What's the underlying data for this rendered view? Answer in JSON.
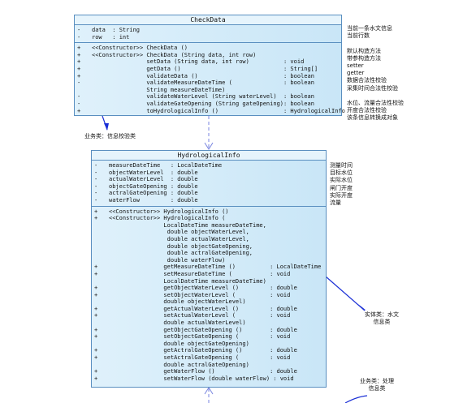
{
  "checkdata": {
    "title": "CheckData",
    "fields": [
      {
        "vis": "-",
        "text": "data  : String"
      },
      {
        "vis": "-",
        "text": "row   : int"
      }
    ],
    "methods": [
      {
        "vis": "+",
        "text": "<<Constructor>> CheckData ()"
      },
      {
        "vis": "+",
        "text": "<<Constructor>> CheckData (String data, int row)"
      },
      {
        "vis": "+",
        "text": "                setData (String data, int row)          : void"
      },
      {
        "vis": "+",
        "text": "                getData ()                              : String[]"
      },
      {
        "vis": "+",
        "text": "                validateData ()                         : boolean"
      },
      {
        "vis": "-",
        "text": "                validateMeasureDateTime (               : boolean"
      },
      {
        "vis": "",
        "text": "                String measureDateTime)"
      },
      {
        "vis": "-",
        "text": "                validateWaterLevel (String waterLevel)  : boolean"
      },
      {
        "vis": "-",
        "text": "                validateGateOpening (String gateOpening): boolean"
      },
      {
        "vis": "+",
        "text": "                toHydrologicalInfo ()                   : HydrologicalInfo"
      }
    ]
  },
  "checkdata_notes": [
    "当前一条水文信息",
    "当前行数",
    "",
    "默认构造方法",
    "带参构造方法",
    "setter",
    "getter",
    "数据合法性校验",
    "采集时间合法性校验",
    "",
    "水位、流量合法性校验",
    "开度合法性校验",
    "该条信息转换成对象"
  ],
  "hydro": {
    "title": "HydrologicalInfo",
    "fields": [
      {
        "vis": "-",
        "text": "measureDateTime   : LocalDateTime"
      },
      {
        "vis": "-",
        "text": "objectWaterLevel  : double"
      },
      {
        "vis": "-",
        "text": "actualWaterLevel  : double"
      },
      {
        "vis": "-",
        "text": "objectGateOpening : double"
      },
      {
        "vis": "-",
        "text": "actralGateOpening : double"
      },
      {
        "vis": "-",
        "text": "waterFlow         : double"
      }
    ],
    "methods": [
      {
        "vis": "+",
        "text": "<<Constructor>> HydrologicalInfo ()"
      },
      {
        "vis": "+",
        "text": "<<Constructor>> HydrologicalInfo ("
      },
      {
        "vis": "",
        "text": "                LocalDateTime measureDateTime,"
      },
      {
        "vis": "",
        "text": "                 double objectWaterLevel,"
      },
      {
        "vis": "",
        "text": "                 double actualWaterLevel,"
      },
      {
        "vis": "",
        "text": "                 double objectGateOpening,"
      },
      {
        "vis": "",
        "text": "                 double actralGateOpening,"
      },
      {
        "vis": "",
        "text": "                 double waterFlow)"
      },
      {
        "vis": "+",
        "text": "                getMeasureDateTime ()          : LocalDateTime"
      },
      {
        "vis": "+",
        "text": "                setMeasureDateTime (           : void"
      },
      {
        "vis": "",
        "text": "                LocalDateTime measureDateTime)"
      },
      {
        "vis": "+",
        "text": "                getObjectWaterLevel ()         : double"
      },
      {
        "vis": "+",
        "text": "                setObjectWaterLevel (          : void"
      },
      {
        "vis": "",
        "text": "                double objectWaterLevel)"
      },
      {
        "vis": "+",
        "text": "                getActualWaterLevel ()         : double"
      },
      {
        "vis": "+",
        "text": "                setActualWaterLevel (          : void"
      },
      {
        "vis": "",
        "text": "                double actualWaterLevel)"
      },
      {
        "vis": "+",
        "text": "                getObjectGateOpening ()        : double"
      },
      {
        "vis": "+",
        "text": "                setObjectGateOpening (         : void"
      },
      {
        "vis": "",
        "text": "                double objectGateOpening)"
      },
      {
        "vis": "+",
        "text": "                getActralGateOpening ()        : double"
      },
      {
        "vis": "+",
        "text": "                setActralGateOpening (         : void"
      },
      {
        "vis": "",
        "text": "                double actralGateOpening)"
      },
      {
        "vis": "+",
        "text": "                getWaterFlow ()                : double"
      },
      {
        "vis": "+",
        "text": "                setWaterFlow (double waterFlow) : void"
      }
    ]
  },
  "hydro_notes": [
    "测量时间",
    "目标水位",
    "实际水位",
    "闸门开度",
    "实际开度",
    "流量"
  ],
  "labels": {
    "business_check": "业务类：信息校验类",
    "entity_hydro": "实体类：水文信息类",
    "business_process": "业务类：处理信息类"
  }
}
